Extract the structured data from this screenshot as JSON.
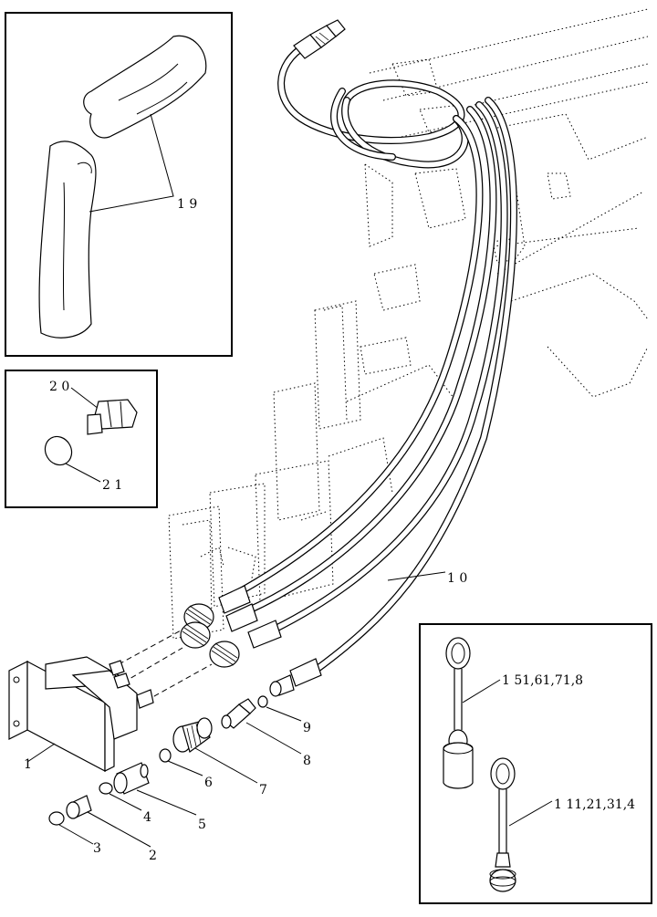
{
  "callouts": {
    "c1": "1",
    "c2": "2",
    "c3": "3",
    "c4": "4",
    "c5": "5",
    "c6": "6",
    "c7": "7",
    "c8": "8",
    "c9": "9",
    "c10": "1 0",
    "c19": "1 9",
    "c20": "2 0",
    "c21": "2 1",
    "c_tool_a": "1 51,61,71,8",
    "c_tool_b": "1 11,21,31,4"
  }
}
